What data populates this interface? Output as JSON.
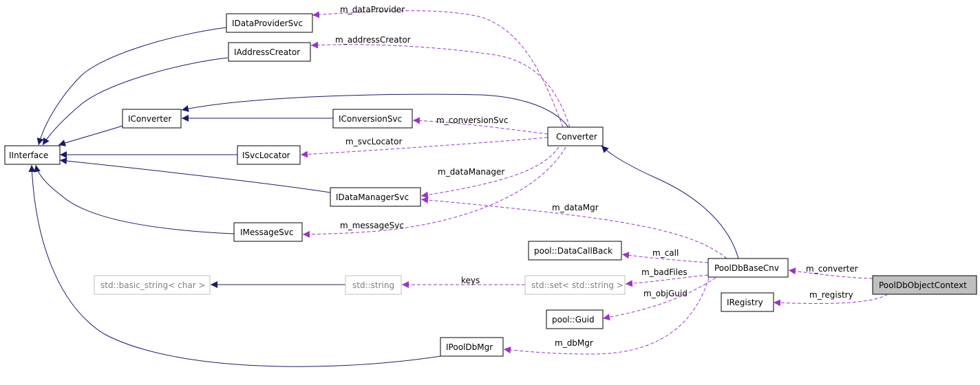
{
  "diagram": {
    "nodes": {
      "idataprovidersvc": "IDataProviderSvc",
      "iaddresscreator": "IAddressCreator",
      "iconverter": "IConverter",
      "iconversionsvc": "IConversionSvc",
      "iinterface": "IInterface",
      "isvclocator": "ISvcLocator",
      "converter": "Converter",
      "idatamanagersvc": "IDataManagerSvc",
      "imessagesvc": "IMessageSvc",
      "pool_datacallback": "pool::DataCallBack",
      "pooldbbasecnv": "PoolDbBaseCnv",
      "std_basic_string": "std::basic_string< char >",
      "std_string": "std::string",
      "std_set": "std::set< std::string >",
      "pooldbobjectcontext": "PoolDbObjectContext",
      "iregistry": "IRegistry",
      "pool_guid": "pool::Guid",
      "ipooldbmgr": "IPoolDbMgr"
    },
    "edge_labels": {
      "m_dataProvider": "m_dataProvider",
      "m_addressCreator": "m_addressCreator",
      "m_conversionSvc": "m_conversionSvc",
      "m_svcLocator": "m_svcLocator",
      "m_dataManager": "m_dataManager",
      "m_dataMgr": "m_dataMgr",
      "m_messageSvc": "m_messageSvc",
      "m_call": "m_call",
      "m_badFiles": "m_badFiles",
      "keys": "keys",
      "m_converter": "m_converter",
      "m_registry": "m_registry",
      "m_objGuid": "m_objGuid",
      "m_dbMgr": "m_dbMgr"
    },
    "colors": {
      "inheritance": "#191970",
      "member": "#9a32cd",
      "focus_fill": "#bfbfbf",
      "undocumented_border": "#bfbfbf"
    }
  }
}
